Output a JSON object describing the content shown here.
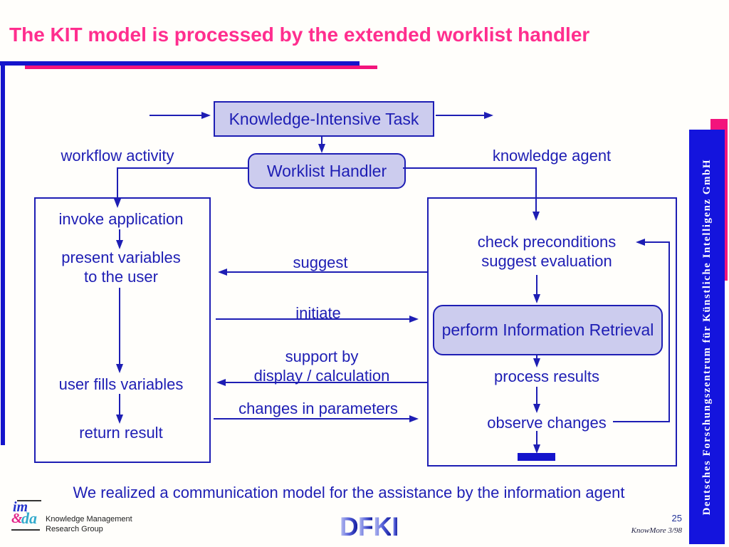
{
  "colors": {
    "title_pink": "#ff2e8e",
    "accent_pink": "#f3147c",
    "bar_blue": "#1414cc",
    "sidebar_blue": "#1414dd",
    "line_blue": "#1e1eb4",
    "box_fill": "#ccccee",
    "footer_text": "#1c1c1c"
  },
  "header": {
    "title": "The KIT model is processed by the extended worklist handler"
  },
  "diagram": {
    "kit_label": "Knowledge-Intensive Task",
    "worklist_label": "Worklist Handler",
    "workflow_label": "workflow activity",
    "agent_label": "knowledge agent",
    "invoke": "invoke application",
    "present1": "present variables",
    "present2": "to the user",
    "fills": "user fills variables",
    "return": "return result",
    "check1": "check preconditions",
    "check2": "suggest evaluation",
    "ir_label": "perform Information Retrieval",
    "process": "process results",
    "observe": "observe changes",
    "suggest": "suggest",
    "initiate": "initiate",
    "support1": "support by",
    "support2": "display / calculation",
    "changes": "changes in parameters"
  },
  "footer": {
    "message": "We realized a communication model for the assistance by the information agent",
    "group_line1": "Knowledge Management",
    "group_line2": "Research Group",
    "imda_im": "im",
    "imda_amp": "&",
    "imda_da": "da",
    "dfki_letters": [
      "D",
      "F",
      "K",
      "I"
    ],
    "page_number": "25",
    "project_stamp": "KnowMore 3/98"
  },
  "sidebar": {
    "text": "Deutsches Forschungszentrum für Künstliche Intelligenz GmbH"
  }
}
